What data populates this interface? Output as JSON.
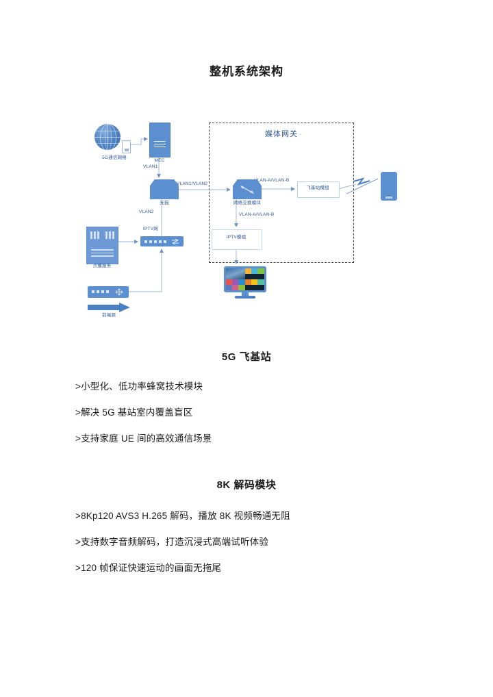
{
  "document": {
    "title": "整机系统架构"
  },
  "diagram": {
    "name": "whole-machine-system-architecture",
    "zone_title": "媒体网关",
    "nodes": {
      "mobile_network": "5G通信网络",
      "mec": "MEC",
      "optical_modem": "光猫",
      "switch_module": "网络交换模块",
      "fly_base_station_module": "飞基站模组",
      "iptv_module": "IPTV模组",
      "vod_server": "点播服务",
      "iptv_switch": "IPTV网",
      "front_end_router": "前端源"
    },
    "link_labels": {
      "vlan1": "VLAN1",
      "vlan2": "VLAN2",
      "vlan1_vlan2": "VLAN1/VLAN2",
      "vlan_ab_top": "VLAN-A/VLAN-B",
      "vlan_ab_mid": "VLAN-A/VLAN-B"
    },
    "colors": {
      "node_blue": "#5b8fd0",
      "label_blue": "#2f5496",
      "line_grey": "#9fb6d4",
      "zone_border": "#3a3a3a"
    }
  },
  "sections": [
    {
      "heading": "5G 飞基站",
      "bullets": [
        ">小型化、低功率蜂窝技术模块",
        ">解决 5G 基站室内覆盖盲区",
        ">支持家庭 UE 间的高效通信场景"
      ]
    },
    {
      "heading": "8K 解码模块",
      "bullets": [
        ">8Kp120 AVS3 H.265 解码，播放 8K 视频畅通无阻",
        ">支持数字音频解码，打造沉浸式高端试听体验",
        ">120 帧保证快速运动的画面无拖尾"
      ]
    }
  ]
}
